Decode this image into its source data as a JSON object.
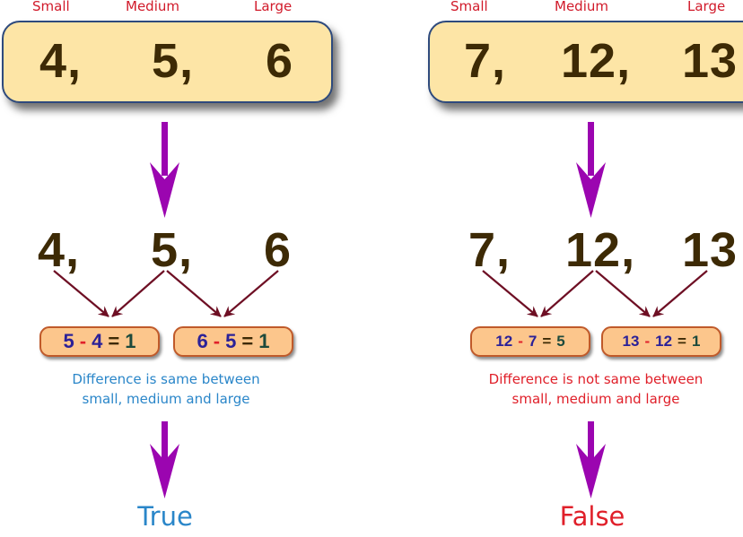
{
  "left_panel": {
    "labels": {
      "small": "Small",
      "medium": "Medium",
      "large": "Large"
    },
    "input_numbers": [
      "4,",
      "5,",
      "6"
    ],
    "split_numbers": [
      "4,",
      "5,",
      "6"
    ],
    "equations": [
      {
        "a": "5",
        "minus": "-",
        "b": "4",
        "eq": "=",
        "result": "1"
      },
      {
        "a": "6",
        "minus": "-",
        "b": "5",
        "eq": "=",
        "result": "1"
      }
    ],
    "description": [
      "Difference is same between",
      "small, medium and large"
    ],
    "result": "True",
    "result_color": "#2a86c9"
  },
  "right_panel": {
    "labels": {
      "small": "Small",
      "medium": "Medium",
      "large": "Large"
    },
    "input_numbers": [
      "7,",
      "12,",
      "13"
    ],
    "split_numbers": [
      "7,",
      "12,",
      "13"
    ],
    "equations": [
      {
        "a": "12",
        "minus": "-",
        "b": "7",
        "eq": "=",
        "result": "5"
      },
      {
        "a": "13",
        "minus": "-",
        "b": "12",
        "eq": "=",
        "result": "1"
      }
    ],
    "description": [
      "Difference is not same between",
      "small, medium and large"
    ],
    "result": "False",
    "result_color": "#e0202a"
  },
  "colors": {
    "label_red": "#d11a2a",
    "box_fill": "#fde5a6",
    "box_border": "#2e4a7d",
    "number_brown": "#3d2a05",
    "purple_arrow": "#9b05b0",
    "maroon_arrow": "#6e0f24",
    "pill_fill": "#fcc68c",
    "pill_border": "#c05a2a",
    "true_blue": "#2a86c9",
    "false_red": "#e0202a"
  }
}
